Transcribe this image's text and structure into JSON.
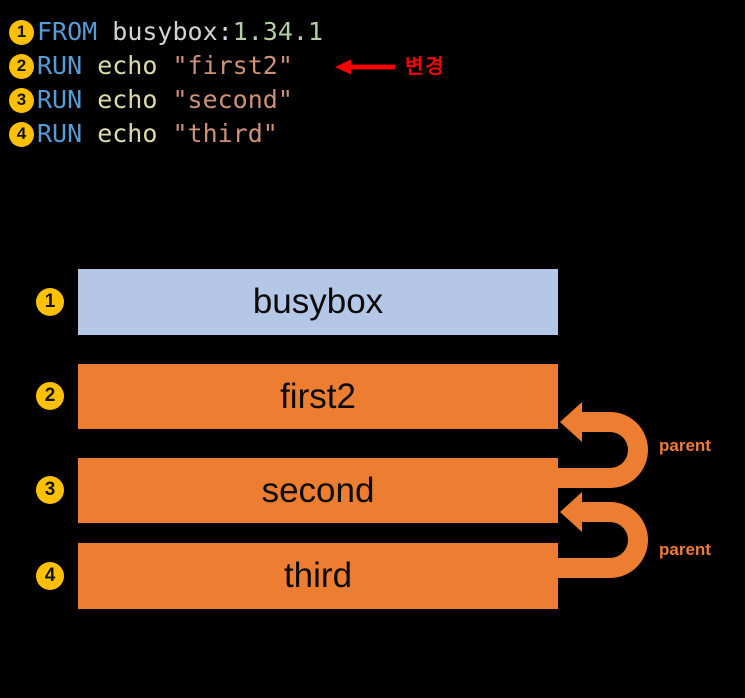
{
  "colors": {
    "background": "#000000",
    "code_keyword_blue": "#569CD6",
    "code_plain_gray": "#D4D4D4",
    "code_number_green": "#B5CEA8",
    "code_command_yellow": "#DCDCAA",
    "code_string_salmon": "#CE9178",
    "step_badge_gold": "#FFC000",
    "annotation_red": "#FF0000",
    "layer_orange": "#ED7D31",
    "base_layer_blue": "#B4C7E7"
  },
  "code": {
    "lines": [
      {
        "num": "1",
        "tokens": [
          "FROM",
          " busybox:",
          "1.34.1"
        ]
      },
      {
        "num": "2",
        "tokens": [
          "RUN",
          " echo ",
          "\"first2\""
        ]
      },
      {
        "num": "3",
        "tokens": [
          "RUN",
          " echo ",
          "\"second\""
        ]
      },
      {
        "num": "4",
        "tokens": [
          "RUN",
          " echo ",
          "\"third\""
        ]
      }
    ],
    "annotation": {
      "label": "변경"
    }
  },
  "diagram": {
    "layers": [
      {
        "num": "1",
        "label": "busybox"
      },
      {
        "num": "2",
        "label": "first2"
      },
      {
        "num": "3",
        "label": "second"
      },
      {
        "num": "4",
        "label": "third"
      }
    ],
    "parent_labels": [
      "parent",
      "parent"
    ]
  }
}
